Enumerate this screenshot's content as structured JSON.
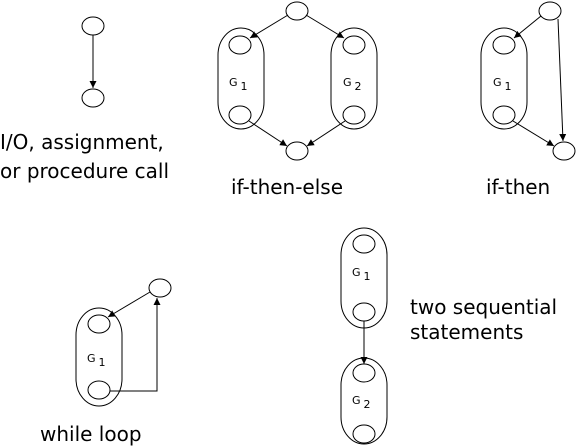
{
  "captions": {
    "io_line1": "I/O, assignment,",
    "io_line2": "or procedure call",
    "if_then_else": "if-then-else",
    "if_then": "if-then",
    "while_loop": "while loop",
    "sequential_line1": "two sequential",
    "sequential_line2": "statements"
  },
  "subgraph_labels": {
    "g1_main": "G",
    "g1_sub": "1",
    "g2_main": "G",
    "g2_sub": "2"
  }
}
